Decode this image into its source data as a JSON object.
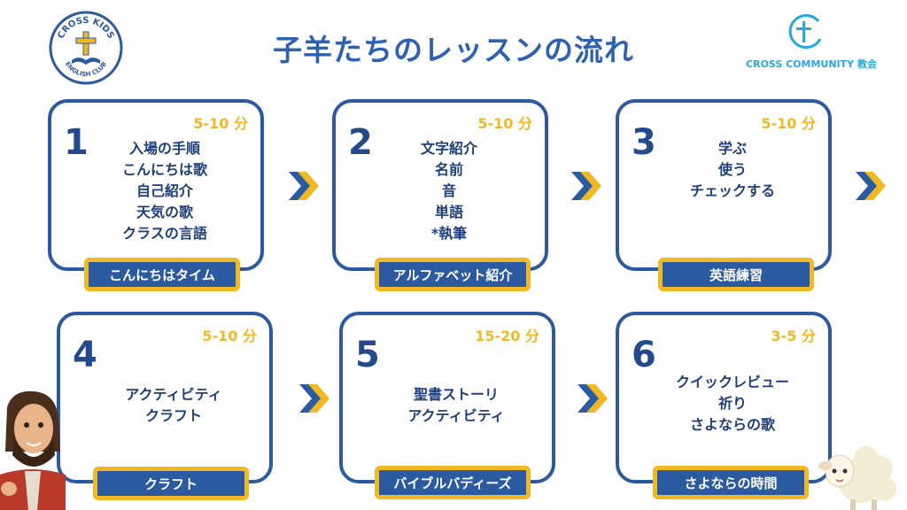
{
  "title": "子羊たちのレッスンの流れ",
  "logo_left": {
    "top_text": "CROSS KIDS",
    "bottom_text": "ENGLISH CLUB"
  },
  "logo_right": {
    "name": "CROSS COMMUNITY 教会"
  },
  "colors": {
    "primary": "#2c5aa0",
    "accent": "#f1b824",
    "title": "#2e62b0",
    "logo_blue": "#2aa7dd"
  },
  "steps": [
    {
      "number": "1",
      "time": "5-10 分",
      "lines": [
        "入場の手順",
        "こんにちは歌",
        "自己紹介",
        "天気の歌",
        "クラスの言語"
      ],
      "label": "こんにちはタイム"
    },
    {
      "number": "2",
      "time": "5-10 分",
      "lines": [
        "文字紹介",
        "名前",
        "音",
        "単語",
        "*執筆"
      ],
      "label": "アルファベット紹介"
    },
    {
      "number": "3",
      "time": "5-10 分",
      "lines": [
        "学ぶ",
        "使う",
        "チェックする"
      ],
      "label": "英語練習"
    },
    {
      "number": "4",
      "time": "5-10 分",
      "lines": [
        "アクティビティ",
        "クラフト"
      ],
      "label": "クラフト"
    },
    {
      "number": "5",
      "time": "15-20 分",
      "lines": [
        "聖書ストーリ",
        "アクティビティ"
      ],
      "label": "バイブルバディーズ"
    },
    {
      "number": "6",
      "time": "3-5 分",
      "lines": [
        "クイックレビュー",
        "祈り",
        "さよならの歌"
      ],
      "label": "さよならの時間"
    }
  ],
  "icons": [
    "cross-kids-logo-icon",
    "cross-community-logo-icon",
    "chevron-arrow-icon",
    "jesus-character-icon",
    "sheep-icon"
  ]
}
